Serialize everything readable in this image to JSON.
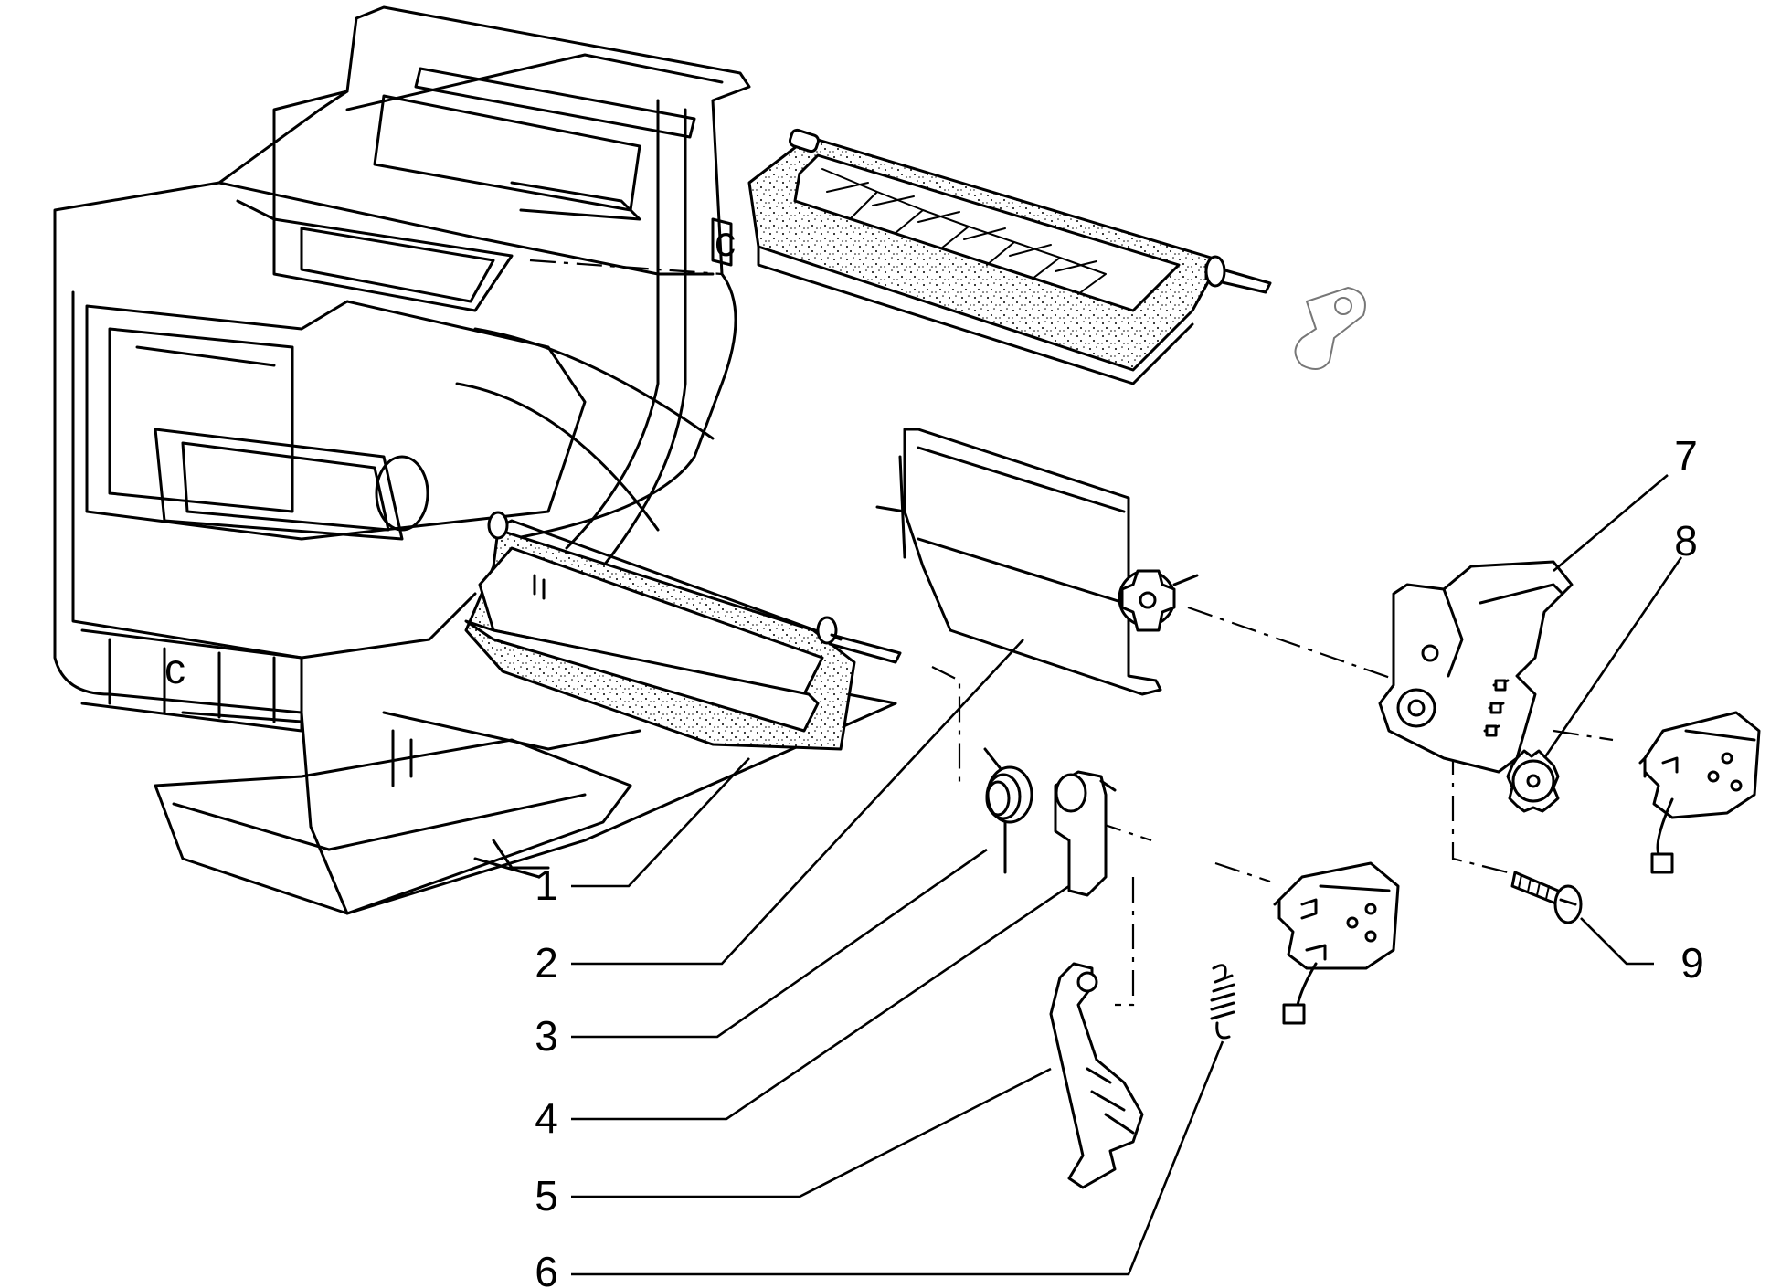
{
  "callouts": [
    "1",
    "2",
    "3",
    "4",
    "5",
    "6",
    "7",
    "8",
    "9"
  ],
  "housing_marks": [
    "c",
    "c"
  ]
}
